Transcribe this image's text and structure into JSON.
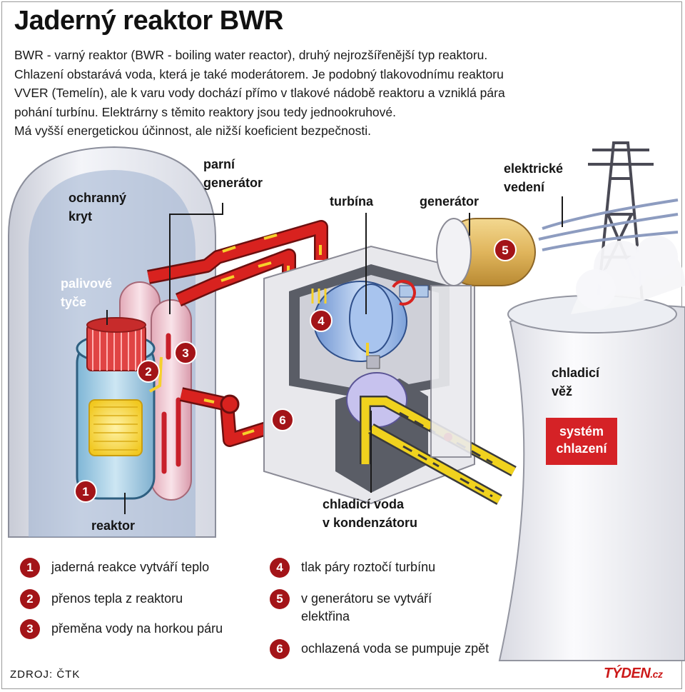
{
  "title": "Jaderný reaktor BWR",
  "intro_lines": [
    "BWR - varný reaktor (BWR - boiling water reactor), druhý nejrozšířenější typ reaktoru.",
    "Chlazení obstarává voda, která je také moderátorem. Je podobný tlakovodnímu reaktoru",
    "VVER (Temelín), ale k varu vody dochází přímo v tlakové nádobě reaktoru a vzniklá pára",
    "pohání turbínu. Elektrárny s těmito reaktory jsou tedy jednookruhové.",
    "Má vyšší energetickou účinnost, ale nižší koeficient bezpečnosti."
  ],
  "labels": {
    "ochranny_kryt": [
      "ochranný",
      "kryt"
    ],
    "palivove_tyce": [
      "palivové",
      "tyče"
    ],
    "parni_generator": [
      "parní",
      "generátor"
    ],
    "turbina": "turbína",
    "generator": "generátor",
    "elektricke_vedeni": [
      "elektrické",
      "vedení"
    ],
    "chladici_vez": [
      "chladicí",
      "věž"
    ],
    "system_chlazeni": [
      "systém",
      "chlazení"
    ],
    "chladici_voda": [
      "chladicí voda",
      "v kondenzátoru"
    ],
    "reaktor": "reaktor"
  },
  "markers": [
    "1",
    "2",
    "3",
    "4",
    "5",
    "6"
  ],
  "legend": [
    {
      "num": "1",
      "text": "jaderná reakce vytváří teplo"
    },
    {
      "num": "2",
      "text": "přenos tepla z reaktoru"
    },
    {
      "num": "3",
      "text": "přeměna vody na horkou páru"
    },
    {
      "num": "4",
      "text": "tlak páry roztočí turbínu"
    },
    {
      "num": "5",
      "text": "v generátoru se vytváří elektřina"
    },
    {
      "num": "6",
      "text": "ochlazená voda se pumpuje zpět"
    }
  ],
  "source": "ZDROJ: ČTK",
  "brand": {
    "name": "TÝDEN",
    "tld": ".cz"
  },
  "colors": {
    "accent_red": "#a31418",
    "pipe_red": "#d8221f",
    "pipe_yellow": "#f0d21e",
    "steel_blue": "#8fb3d9",
    "generator_tan": "#d9b15a",
    "tower_white": "#f3f3f6"
  }
}
